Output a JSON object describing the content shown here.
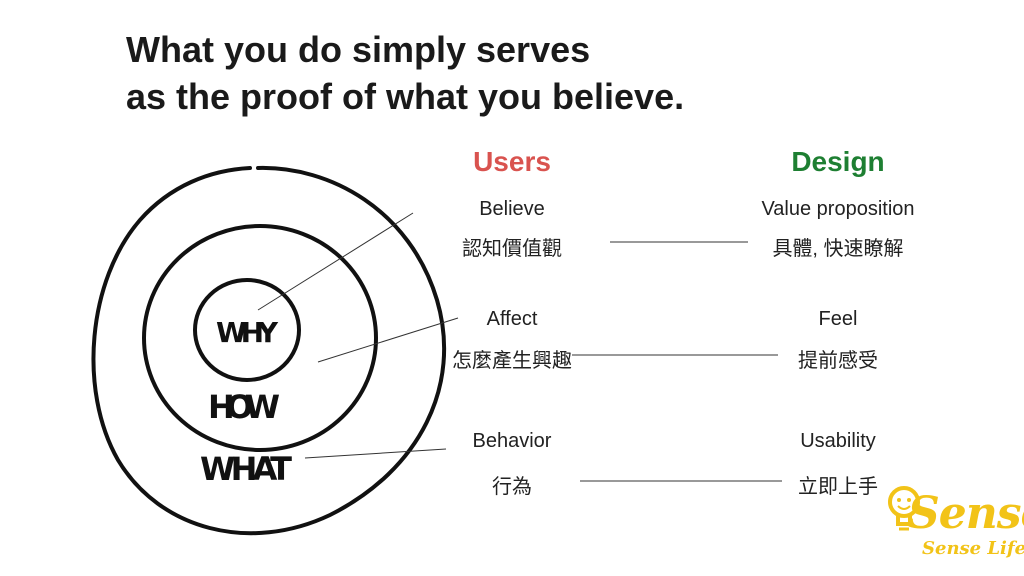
{
  "title": {
    "line1": "What you do simply serves",
    "line2": "as the proof of what you believe."
  },
  "circle_labels": {
    "why": "WHY",
    "how": "HOW",
    "what": "WHAT"
  },
  "columns": {
    "users": {
      "heading": "Users",
      "color": "#d9534f"
    },
    "design": {
      "heading": "Design",
      "color": "#1e7f32"
    }
  },
  "rows": [
    {
      "user_en": "Believe",
      "user_zh": "認知價值觀",
      "design_en": "Value proposition",
      "design_zh": "具體, 快速瞭解"
    },
    {
      "user_en": "Affect",
      "user_zh": "怎麼產生興趣",
      "design_en": "Feel",
      "design_zh": "提前感受"
    },
    {
      "user_en": "Behavior",
      "user_zh": "行為",
      "design_en": "Usability",
      "design_zh": "立即上手"
    }
  ],
  "logo": {
    "text": "Sense",
    "subtext": "Sense Life",
    "color": "#f2c318"
  }
}
